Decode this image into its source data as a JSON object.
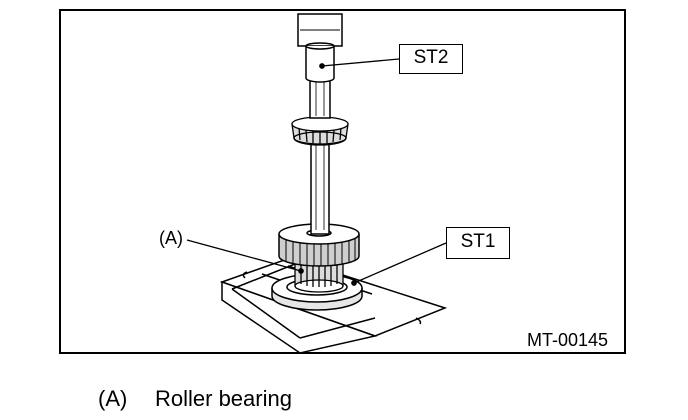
{
  "callouts": {
    "st2": "ST2",
    "st1": "ST1",
    "a_pointer": "(A)"
  },
  "figure_id": "MT-00145",
  "legend": [
    {
      "key": "(A)",
      "description": "Roller bearing"
    }
  ],
  "colors": {
    "line": "#000000",
    "fill_light": "#ffffff",
    "fill_gray": "#d9d9d9"
  }
}
